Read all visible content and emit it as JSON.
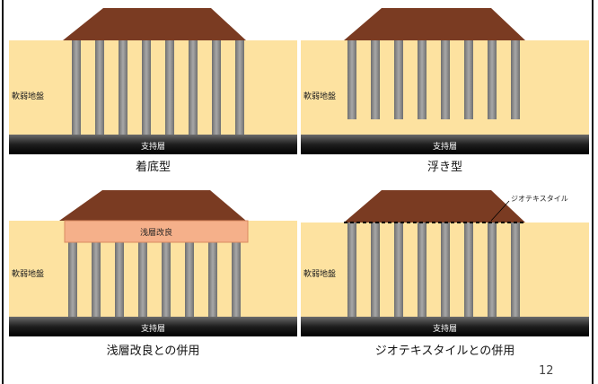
{
  "panels": [
    {
      "caption": "着底型",
      "soil_label": "軟弱地盤",
      "bedrock_label": "支持層"
    },
    {
      "caption": "浮き型",
      "soil_label": "軟弱地盤",
      "bedrock_label": "支持層"
    },
    {
      "caption": "浅層改良との併用",
      "soil_label": "軟弱地盤",
      "bedrock_label": "支持層",
      "improvement_label": "浅層改良"
    },
    {
      "caption": "ジオテキスタイルとの併用",
      "soil_label": "軟弱地盤",
      "bedrock_label": "支持層",
      "geotextile_label": "ジオテキスタイル"
    }
  ],
  "page_number": "12",
  "colors": {
    "soil": "#fde2a0",
    "embankment": "#7a3b22",
    "pile": "#8c8c8c",
    "bedrock": "#2a2a2a",
    "improvement": "#f5b08a"
  }
}
